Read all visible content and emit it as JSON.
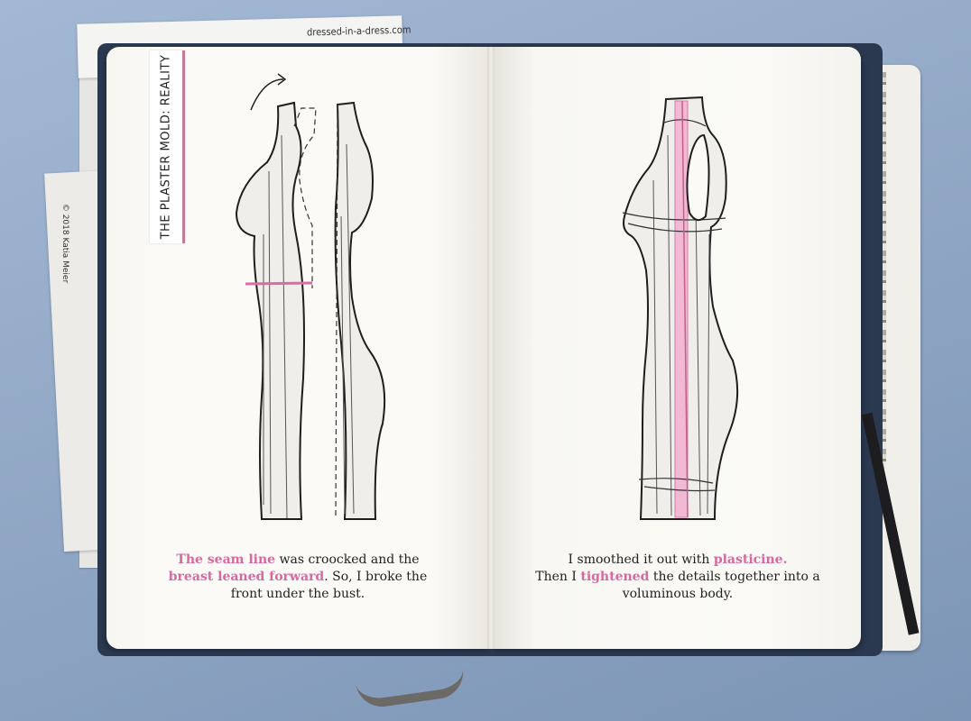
{
  "site": "dressed-in-a-dress.com",
  "left_page": {
    "title": "THE PLASTER MOLD:  REALITY",
    "copyright": "© 2018 Katia Meier",
    "caption": {
      "hl1": "The seam line",
      "t1": " was croocked  and the",
      "hl2": "breast leaned forward",
      "t2": ".  So, I broke the",
      "t3": "front under the bust."
    }
  },
  "right_page": {
    "caption": {
      "t1": "I smoothed it out with ",
      "hl1": "plasticine.",
      "t2": "Then I ",
      "hl2": "tightened",
      "t3": " the details together into a",
      "t4": "voluminous body."
    }
  },
  "colors": {
    "accent": "#d9689f",
    "cover": "#2b3950",
    "page": "#fbfaf6"
  }
}
